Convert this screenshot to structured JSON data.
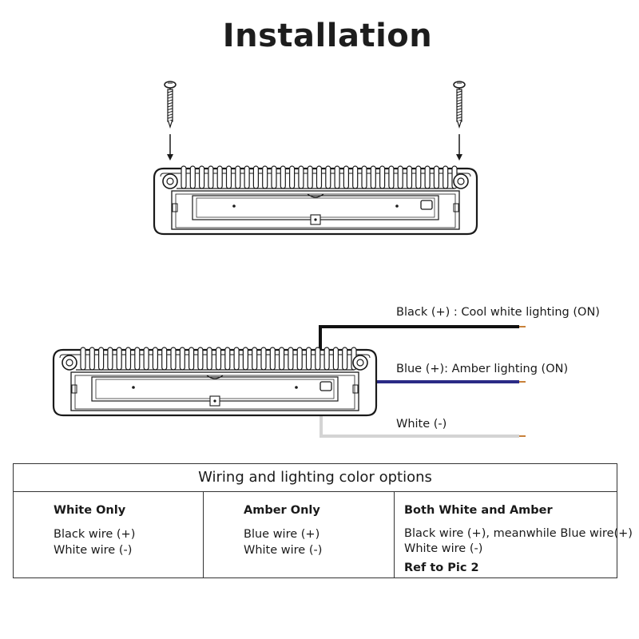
{
  "title": "Installation",
  "wire_labels": {
    "black": "Black (+) : Cool white lighting (ON)",
    "blue": "Blue (+): Amber lighting (ON)",
    "white": "White (-)"
  },
  "table": {
    "header": "Wiring and lighting color options",
    "columns": [
      {
        "title": "White Only",
        "lines": [
          "Black wire (+)",
          "White wire (-)"
        ]
      },
      {
        "title": "Amber Only",
        "lines": [
          "Blue wire (+)",
          "White wire (-)"
        ]
      },
      {
        "title": "Both White and Amber",
        "lines": [
          "Black wire (+), meanwhile Blue wire(+)",
          "White wire (-)"
        ],
        "ref": "Ref to Pic 2"
      }
    ]
  },
  "colors": {
    "outline": "#1a1a1a",
    "black_wire": "#111111",
    "blue_wire": "#2b2b86",
    "white_wire": "#d4d4d4",
    "wire_tip": "#c8813a"
  },
  "icons": [
    "screw-icon",
    "arrow-down-icon",
    "light-fixture-icon"
  ]
}
